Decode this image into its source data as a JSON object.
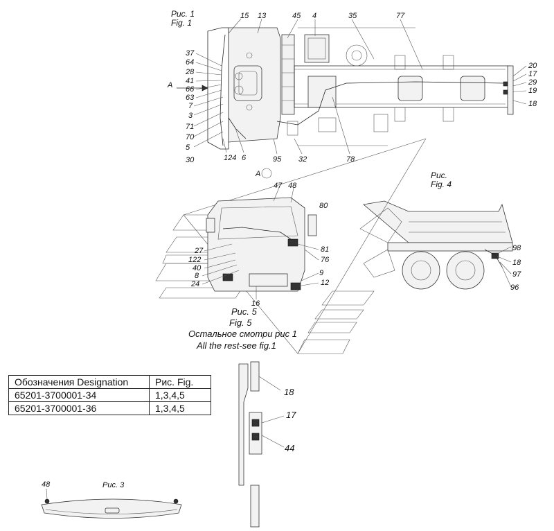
{
  "fig1": {
    "title_ru": "Рис. 1",
    "title_en": "Fig. 1",
    "view_marker": "A",
    "view_marker_circle": "A",
    "callouts": {
      "c15": "15",
      "c13": "13",
      "c45": "45",
      "c4": "4",
      "c35": "35",
      "c77": "77",
      "c37": "37",
      "c64": "64",
      "c28": "28",
      "c41": "41",
      "c66": "66",
      "c63": "63",
      "c7": "7",
      "c3": "3",
      "c71": "71",
      "c70": "70",
      "c5": "5",
      "c30": "30",
      "c124": "124",
      "c6": "6",
      "c95": "95",
      "c32": "32",
      "c78": "78",
      "c20": "20",
      "c17": "17",
      "c29": "29",
      "c19": "19",
      "c18": "18"
    }
  },
  "fig4": {
    "title_ru": "Рис.",
    "title_en": "Fig. 4",
    "callouts": {
      "c80": "80",
      "c98": "98",
      "c18": "18",
      "c97": "97",
      "c96": "96"
    }
  },
  "fig5": {
    "title_ru": "Рис. 5",
    "title_en": "Fig. 5",
    "note_ru": "Остальное смотри рис 1",
    "note_en": "All the rest-see fig.1",
    "callouts": {
      "c47": "47",
      "c48": "48",
      "c27": "27",
      "c122": "122",
      "c40": "40",
      "c8": "8",
      "c24": "24",
      "c81": "81",
      "c76": "76",
      "c9": "9",
      "c12": "12",
      "c16": "16"
    }
  },
  "detail": {
    "callouts": {
      "c18": "18",
      "c17": "17",
      "c44": "44"
    }
  },
  "fig3": {
    "title_ru": "Рис. 3",
    "callouts": {
      "c48": "48"
    }
  },
  "table": {
    "headers": [
      "Обозначения Designation",
      "Рис. Fig."
    ],
    "rows": [
      {
        "designation": "65201-3700001-34",
        "figures": "1,3,4,5"
      },
      {
        "designation": "65201-3700001-36",
        "figures": "1,3,4,5"
      }
    ]
  }
}
